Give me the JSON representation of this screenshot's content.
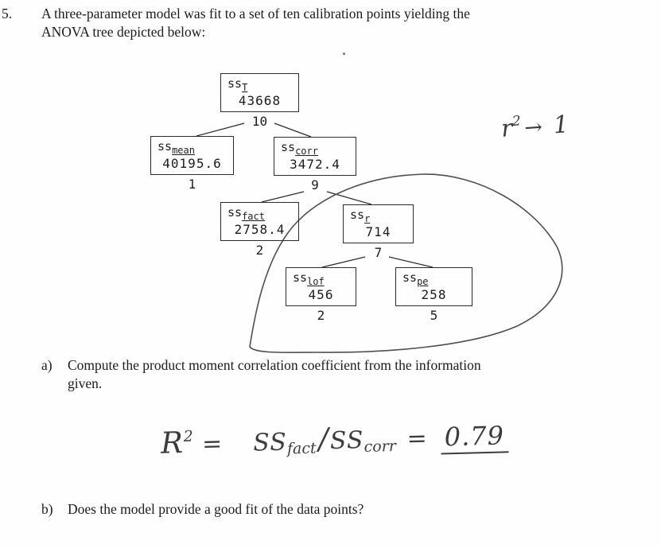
{
  "colors": {
    "paper": "#fefefe",
    "ink": "#1c1c1c",
    "handwriting_ink": "#3c3c3c"
  },
  "page": {
    "question_number": "5.",
    "question_line1": "A three-parameter model was fit to a set of ten calibration points yielding the",
    "question_line2": "ANOVA tree depicted below:"
  },
  "tree": {
    "nodes": {
      "total": {
        "prefix": "ss",
        "sub": "T",
        "value": "43668",
        "df": "10"
      },
      "mean": {
        "prefix": "ss",
        "sub": "mean",
        "value": "40195.6",
        "df": "1"
      },
      "corr": {
        "prefix": "ss",
        "sub": "corr",
        "value": "3472.4",
        "df": "9"
      },
      "fact": {
        "prefix": "ss",
        "sub": "fact",
        "value": "2758.4",
        "df": "2"
      },
      "r": {
        "prefix": "ss",
        "sub": "r",
        "value": "714",
        "df": "7"
      },
      "lof": {
        "prefix": "ss",
        "sub": "lof",
        "value": "456",
        "df": "2"
      },
      "pe": {
        "prefix": "ss",
        "sub": "pe",
        "value": "258",
        "df": "5"
      }
    }
  },
  "handwriting": {
    "top_right": {
      "base": "r",
      "exp": "2",
      "arrow": "→",
      "result": "1"
    },
    "formula": {
      "lhs_base": "R",
      "lhs_exp": "2",
      "equals1": "=",
      "num_prefix": "SS",
      "num_sub": "fact",
      "slash": "/",
      "den_prefix": "SS",
      "den_sub": "corr",
      "equals2": "=",
      "result": "0.79"
    }
  },
  "parts": {
    "a": {
      "label": "a)",
      "line1": "Compute the product moment correlation coefficient from the information",
      "line2": "given."
    },
    "b": {
      "label": "b)",
      "text": "Does the model provide a good fit of the data points?"
    }
  }
}
